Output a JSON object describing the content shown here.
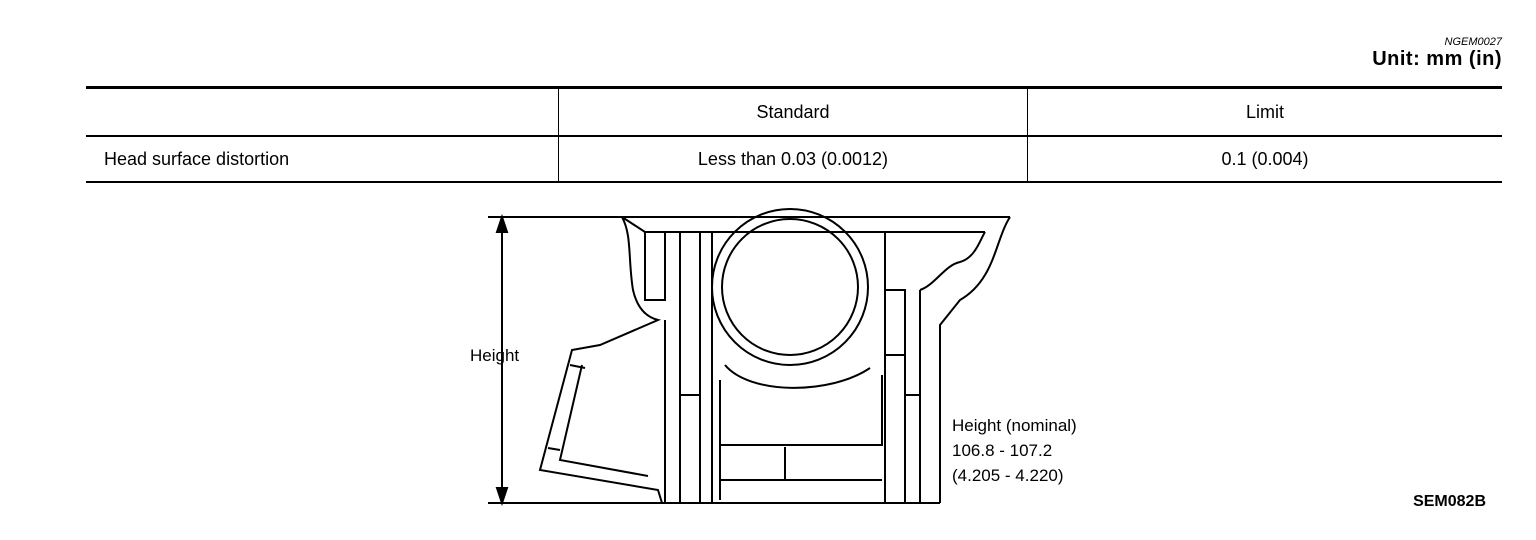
{
  "header": {
    "doc_code": "NGEM0027",
    "unit_label": "Unit: mm (in)"
  },
  "table": {
    "columns": [
      "",
      "Standard",
      "Limit"
    ],
    "rows": [
      {
        "item": "Head surface distortion",
        "standard": "Less than 0.03 (0.0012)",
        "limit": "0.1 (0.004)"
      }
    ]
  },
  "figure": {
    "height_label": "Height",
    "nominal_label": "Height (nominal)",
    "nominal_mm": "106.8 - 107.2",
    "nominal_in": "(4.205 - 4.220)",
    "figure_code": "SEM082B"
  }
}
